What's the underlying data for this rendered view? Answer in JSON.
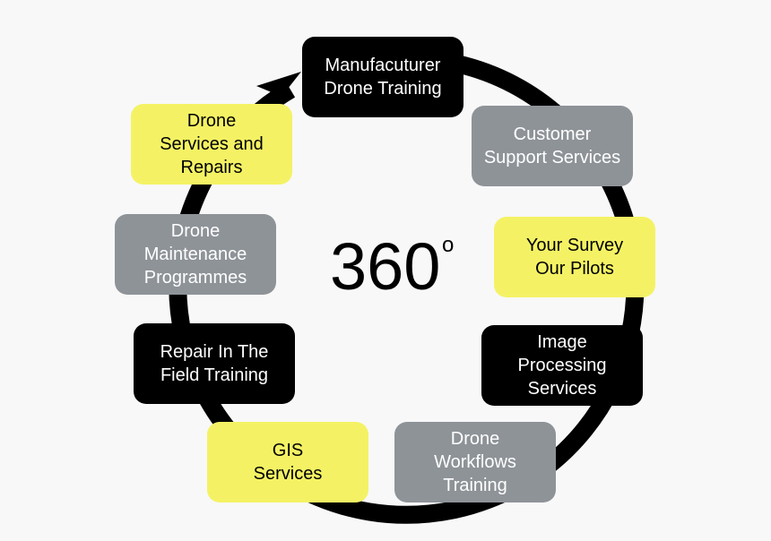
{
  "center": {
    "value": "360",
    "degree": "o"
  },
  "colors": {
    "black": "#000000",
    "gray": "#8e9398",
    "yellow": "#f4f264",
    "ring": "#000000"
  },
  "nodes": [
    {
      "id": "manufacturer-training",
      "label": "Manufacuturer\nDrone Training",
      "color": "black"
    },
    {
      "id": "customer-support",
      "label": "Customer\nSupport Services",
      "color": "gray"
    },
    {
      "id": "survey-pilots",
      "label": "Your Survey\nOur Pilots",
      "color": "yellow"
    },
    {
      "id": "image-processing",
      "label": "Image\nProcessing\nServices",
      "color": "black"
    },
    {
      "id": "workflows-training",
      "label": "Drone\nWorkflows\nTraining",
      "color": "gray"
    },
    {
      "id": "gis-services",
      "label": "GIS\nServices",
      "color": "yellow"
    },
    {
      "id": "field-training",
      "label": "Repair In The\nField Training",
      "color": "black"
    },
    {
      "id": "maintenance",
      "label": "Drone\nMaintenance\nProgrammes",
      "color": "gray"
    },
    {
      "id": "services-repairs",
      "label": "Drone\nServices and\nRepairs",
      "color": "yellow"
    }
  ]
}
